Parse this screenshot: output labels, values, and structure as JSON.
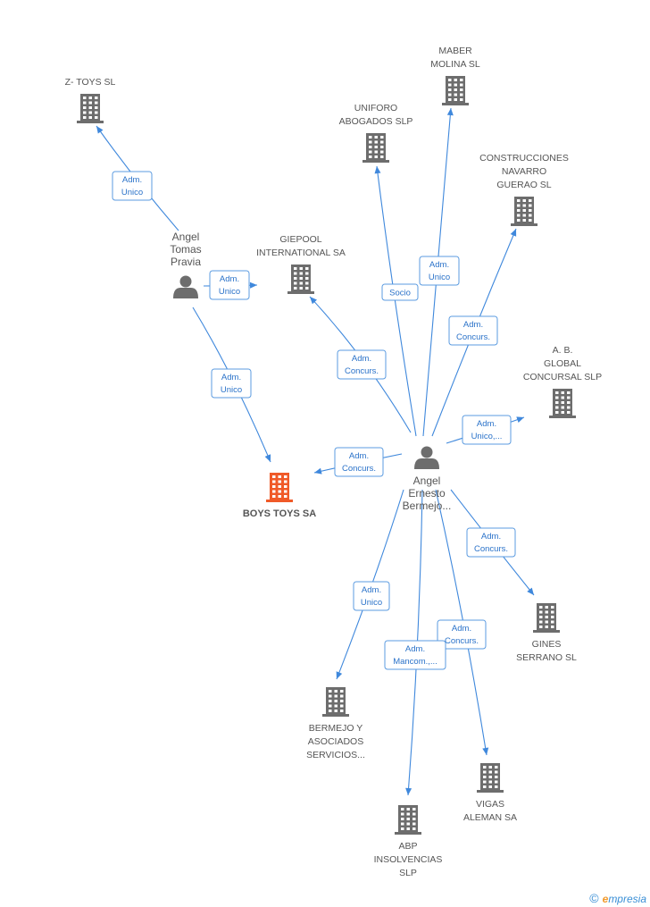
{
  "colors": {
    "accent": "#3f88dc",
    "building": "#6d6d6d",
    "main": "#f05a28",
    "person": "#6d6d6d"
  },
  "nodes": [
    {
      "id": "ztoys",
      "type": "company",
      "lines": [
        "Z- TOYS SL"
      ],
      "label_pos": "above"
    },
    {
      "id": "maber",
      "type": "company",
      "lines": [
        "MABER",
        "MOLINA SL"
      ],
      "label_pos": "above"
    },
    {
      "id": "uniforo",
      "type": "company",
      "lines": [
        "UNIFORO",
        "ABOGADOS SLP"
      ],
      "label_pos": "above"
    },
    {
      "id": "construcciones",
      "type": "company",
      "lines": [
        "CONSTRUCCIONES",
        "NAVARRO",
        "GUERAO SL"
      ],
      "label_pos": "above"
    },
    {
      "id": "giepool",
      "type": "company",
      "lines": [
        "GIEPOOL",
        "INTERNATIONAL SA"
      ],
      "label_pos": "above"
    },
    {
      "id": "ab",
      "type": "company",
      "lines": [
        "A. B.",
        "GLOBAL",
        "CONCURSAL SLP"
      ],
      "label_pos": "above"
    },
    {
      "id": "boys",
      "type": "main",
      "lines": [
        "BOYS TOYS SA"
      ],
      "label_pos": "below"
    },
    {
      "id": "gines",
      "type": "company",
      "lines": [
        "GINES",
        "SERRANO  SL"
      ],
      "label_pos": "below"
    },
    {
      "id": "bermejo",
      "type": "company",
      "lines": [
        "BERMEJO Y",
        "ASOCIADOS",
        "SERVICIOS..."
      ],
      "label_pos": "below"
    },
    {
      "id": "vigas",
      "type": "company",
      "lines": [
        "VIGAS",
        "ALEMAN SA"
      ],
      "label_pos": "below"
    },
    {
      "id": "abp",
      "type": "company",
      "lines": [
        "ABP",
        "INSOLVENCIAS",
        "SLP"
      ],
      "label_pos": "below"
    },
    {
      "id": "angel_tomas",
      "type": "person",
      "lines": [
        "Angel",
        "Tomas",
        "Pravia"
      ],
      "label_pos": "above"
    },
    {
      "id": "angel_ernesto",
      "type": "person",
      "lines": [
        "Angel",
        "Ernesto",
        "Bermejo..."
      ],
      "label_pos": "below"
    }
  ],
  "edges": [
    {
      "from": "angel_tomas",
      "to": "ztoys",
      "label": [
        "Adm.",
        "Unico"
      ]
    },
    {
      "from": "angel_tomas",
      "to": "giepool",
      "label": [
        "Adm.",
        "Unico"
      ]
    },
    {
      "from": "angel_tomas",
      "to": "boys",
      "label": [
        "Adm.",
        "Unico"
      ]
    },
    {
      "from": "angel_ernesto",
      "to": "uniforo",
      "label": [
        "Socio"
      ]
    },
    {
      "from": "angel_ernesto",
      "to": "maber",
      "label": [
        "Adm.",
        "Unico"
      ]
    },
    {
      "from": "angel_ernesto",
      "to": "construcciones",
      "label": [
        "Adm.",
        "Concurs."
      ]
    },
    {
      "from": "angel_ernesto",
      "to": "giepool",
      "label": [
        "Adm.",
        "Concurs."
      ]
    },
    {
      "from": "angel_ernesto",
      "to": "ab",
      "label": [
        "Adm.",
        "Unico,..."
      ]
    },
    {
      "from": "angel_ernesto",
      "to": "boys",
      "label": [
        "Adm.",
        "Concurs."
      ]
    },
    {
      "from": "angel_ernesto",
      "to": "gines",
      "label": [
        "Adm.",
        "Concurs."
      ]
    },
    {
      "from": "angel_ernesto",
      "to": "bermejo",
      "label": [
        "Adm.",
        "Unico"
      ]
    },
    {
      "from": "angel_ernesto",
      "to": "vigas",
      "label": [
        "Adm.",
        "Concurs."
      ]
    },
    {
      "from": "angel_ernesto",
      "to": "abp",
      "label": [
        "Adm.",
        "Mancom.,..."
      ]
    }
  ],
  "footer": {
    "copyright": "©",
    "brand_first": "e",
    "brand_rest": "mpresia"
  }
}
